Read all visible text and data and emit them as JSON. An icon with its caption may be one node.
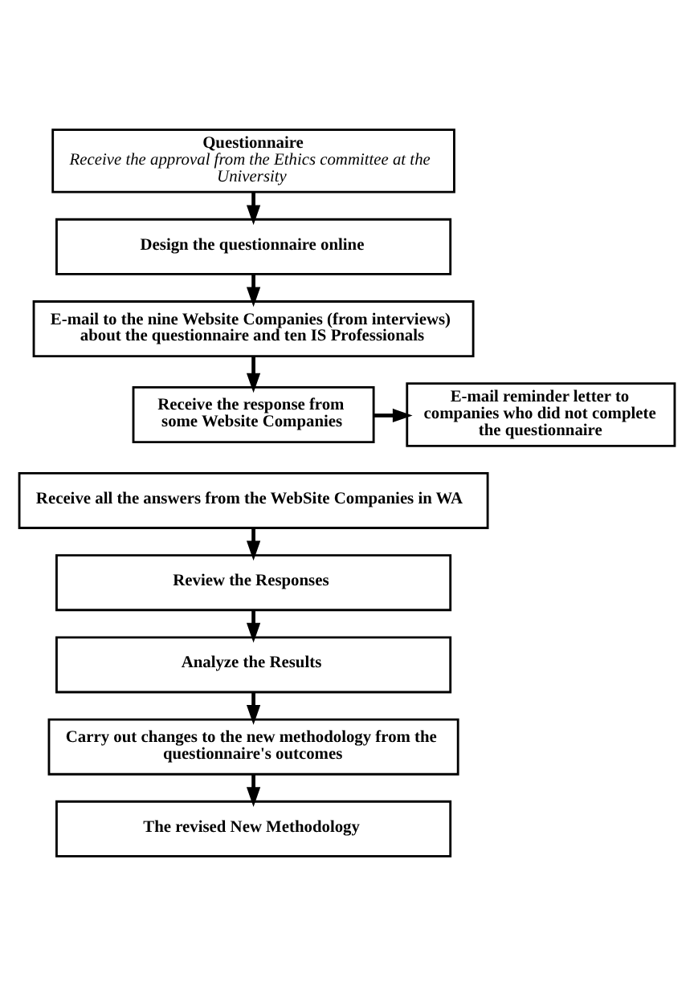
{
  "diagram": {
    "nodes": [
      {
        "text": [
          "Questionnaire",
          "Receive the approval from the Ethics committee at the University"
        ]
      },
      {
        "text": [
          "Design the questionnaire online"
        ]
      },
      {
        "text": [
          "E-mail to the nine Website Companies (from interviews) about the questionnaire and ten IS Professionals"
        ]
      },
      {
        "text": [
          "Receive the response from some Website Companies"
        ]
      },
      {
        "text": [
          "E-mail reminder letter to companies who did not complete the questionnaire"
        ]
      },
      {
        "text": [
          "Receive all the answers from the WebSite Companies in WA"
        ]
      },
      {
        "text": [
          "Review the Responses"
        ]
      },
      {
        "text": [
          "Analyze the Results"
        ]
      },
      {
        "text": [
          "Carry out changes to the new methodology from the questionnaire's outcomes"
        ]
      },
      {
        "text": [
          "The revised New Methodology"
        ]
      }
    ],
    "edges": [
      {
        "from": 0,
        "to": 1,
        "arrow": "to"
      },
      {
        "from": 1,
        "to": 2,
        "arrow": "to"
      },
      {
        "from": 2,
        "to": 3,
        "arrow": "to"
      },
      {
        "from": 3,
        "to": 4,
        "arrow": "to"
      },
      {
        "from": 5,
        "to": 6,
        "arrow": "to"
      },
      {
        "from": 6,
        "to": 7,
        "arrow": "to"
      },
      {
        "from": 7,
        "to": 8,
        "arrow": "to"
      },
      {
        "from": 8,
        "to": 9,
        "arrow": "to"
      }
    ]
  }
}
